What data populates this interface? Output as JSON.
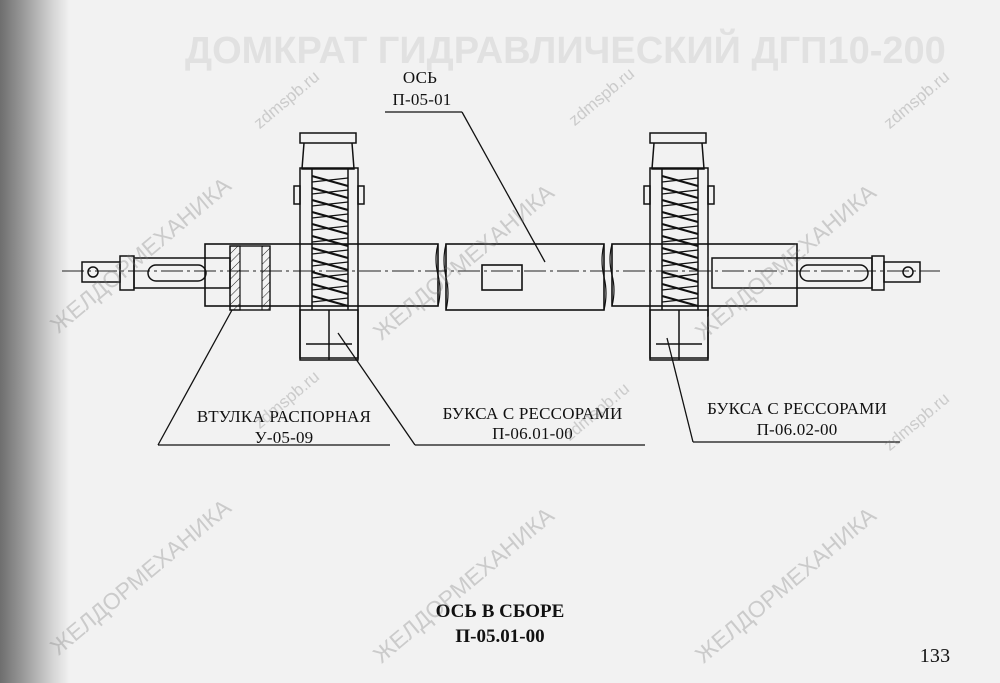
{
  "background_heading": "ДОМКРАТ ГИДРАВЛИЧЕСКИЙ ДГП10-200",
  "labels": {
    "axle": {
      "name": "ОСЬ",
      "code": "П-05-01"
    },
    "spacer": {
      "name": "ВТУЛКА РАСПОРНАЯ",
      "code": "У-05-09"
    },
    "box_left": {
      "name": "БУКСА С РЕССОРАМИ",
      "code": "П-06.01-00"
    },
    "box_right": {
      "name": "БУКСА С РЕССОРАМИ",
      "code": "П-06.02-00"
    }
  },
  "title": {
    "line1": "ОСЬ В СБОРЕ",
    "line2": "П-05.01-00"
  },
  "page_number": "133",
  "watermarks": {
    "site": "zdmspb.ru",
    "company": "ЖЕЛДОРМЕХАНИКА"
  }
}
